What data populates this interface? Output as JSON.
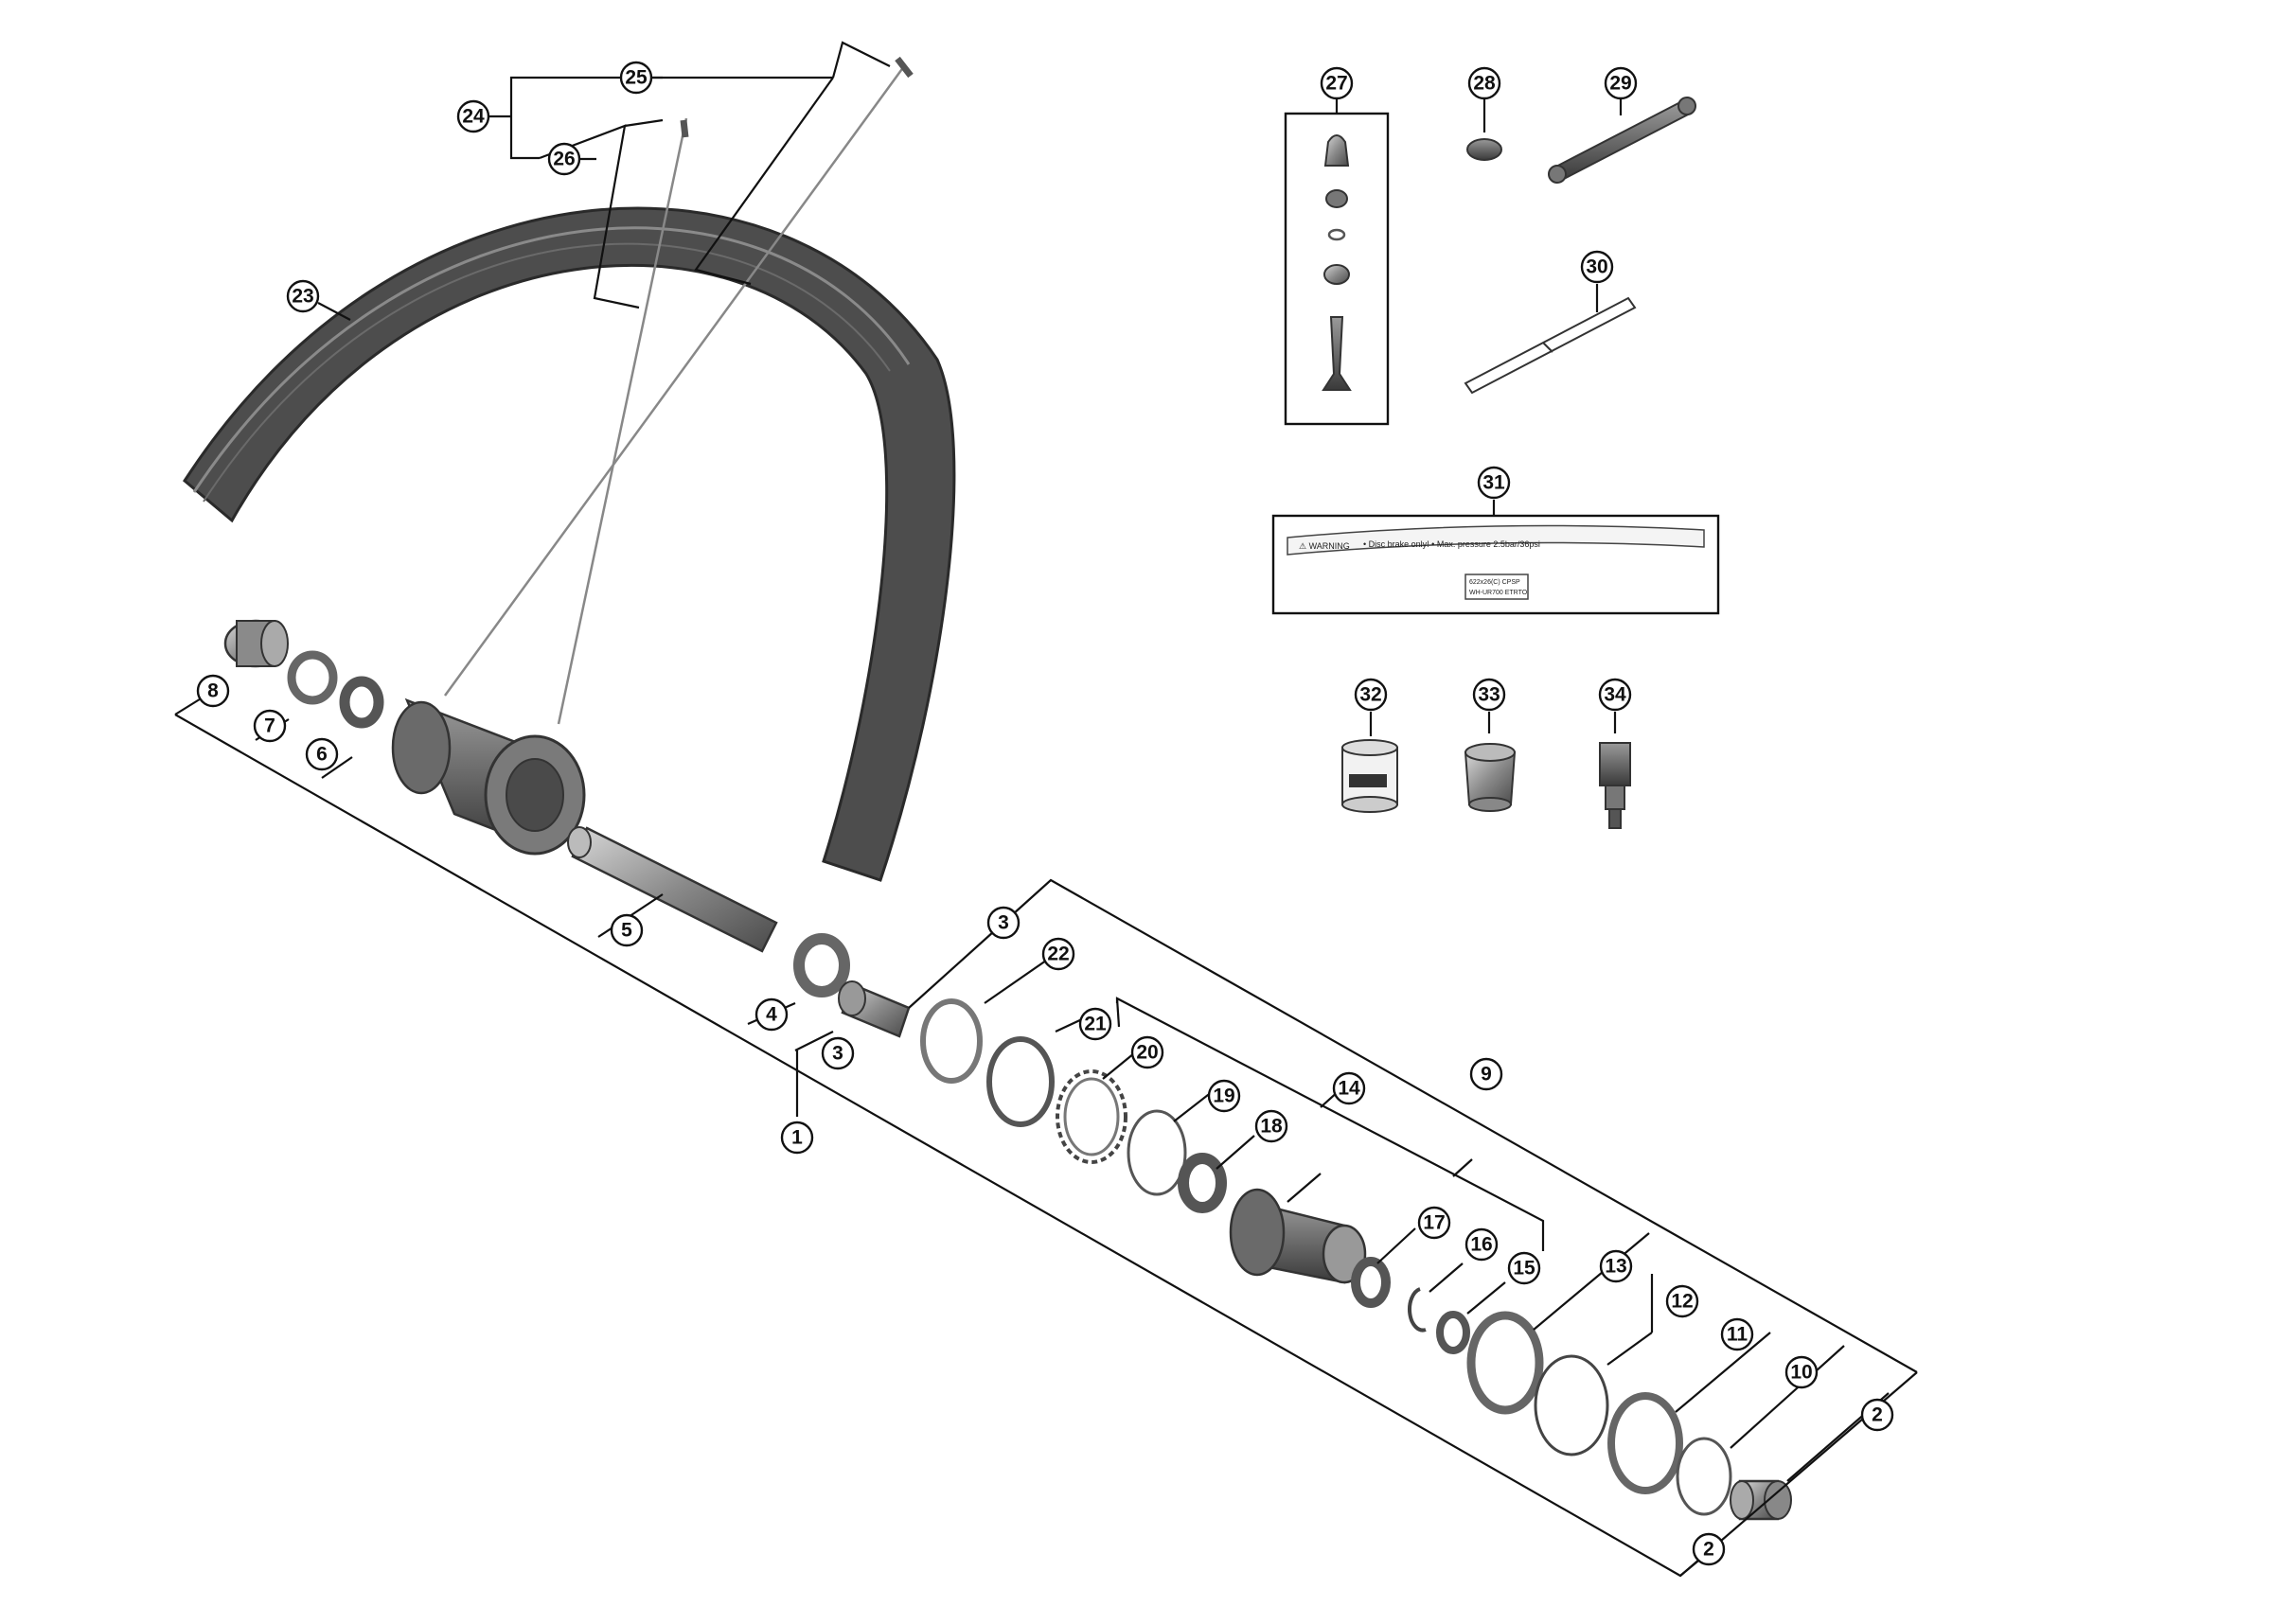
{
  "diagram": {
    "callouts": {
      "c1": "1",
      "c2a": "2",
      "c2b": "2",
      "c3a": "3",
      "c3b": "3",
      "c4": "4",
      "c5": "5",
      "c6": "6",
      "c7": "7",
      "c8": "8",
      "c9": "9",
      "c10": "10",
      "c11": "11",
      "c12": "12",
      "c13": "13",
      "c14": "14",
      "c15": "15",
      "c16": "16",
      "c17": "17",
      "c18": "18",
      "c19": "19",
      "c20": "20",
      "c21": "21",
      "c22": "22",
      "c23": "23",
      "c24": "24",
      "c25": "25",
      "c26": "26",
      "c27": "27",
      "c28": "28",
      "c29": "29",
      "c30": "30",
      "c31": "31",
      "c32": "32",
      "c33": "33",
      "c34": "34"
    },
    "decal_label": {
      "warning": "⚠ WARNING",
      "line1": "• Disc brake only! • Max. pressure 2.5bar/36psi",
      "size": "622x26(C) CPSP",
      "model": "WH-UR700 ETRTO"
    },
    "colors": {
      "line": "#111111",
      "rim_fill": "#4a4a4a",
      "rim_edge": "#2a2a2a",
      "metal": "#8a8a8a",
      "metal_dark": "#555555"
    }
  }
}
